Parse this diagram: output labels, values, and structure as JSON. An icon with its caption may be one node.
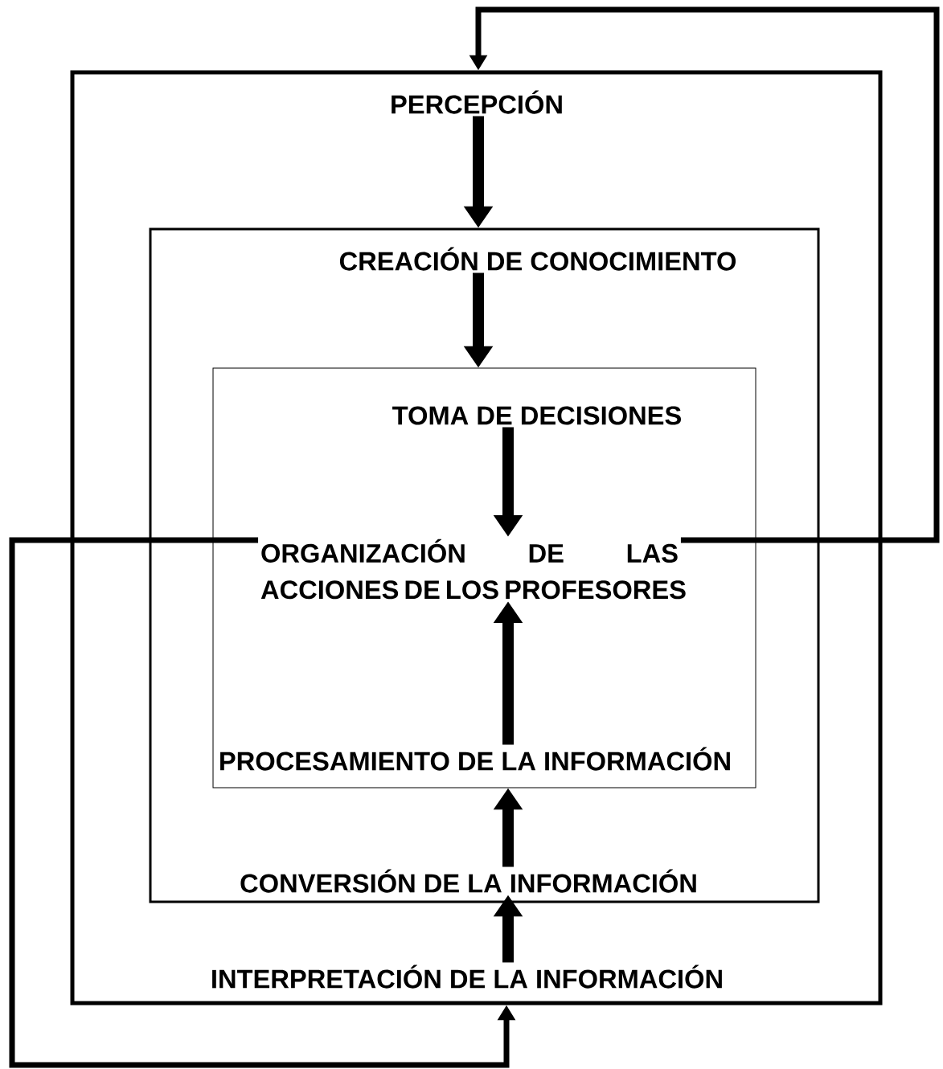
{
  "diagram": {
    "nodes": [
      {
        "text": [],
        "shape": "box"
      },
      {
        "text": [
          "PERCEPCIÓN"
        ],
        "in": 0
      },
      {
        "text": [],
        "shape": "box",
        "in": 0
      },
      {
        "text": [
          "CREACIÓN DE CONOCIMIENTO"
        ],
        "in": 2
      },
      {
        "text": [],
        "shape": "box",
        "in": 2
      },
      {
        "text": [
          "TOMA DE DECISIONES"
        ],
        "in": 4
      },
      {
        "text": [
          "ORGANIZACIÓN DE LAS ACCIONES DE LOS PROFESORES"
        ],
        "in": 4
      },
      {
        "text": [
          "PROCESAMIENTO DE LA INFORMACIÓN"
        ],
        "in": 4
      },
      {
        "text": [
          "CONVERSIÓN DE LA INFORMACIÓN"
        ],
        "in": 2
      },
      {
        "text": [
          "INTERPRETACIÓN DE LA INFORMACIÓN"
        ],
        "in": 0
      }
    ],
    "edges": [
      {
        "from": 1,
        "to": 2,
        "arrow": "to"
      },
      {
        "from": 3,
        "to": 4,
        "arrow": "to"
      },
      {
        "from": 5,
        "to": 6,
        "arrow": "to"
      },
      {
        "from": 7,
        "to": 6,
        "arrow": "to"
      },
      {
        "from": 8,
        "to": 4,
        "arrow": "to"
      },
      {
        "from": 9,
        "to": 8,
        "arrow": "to"
      },
      {
        "from": 6,
        "to": 0,
        "arrow": "to"
      },
      {
        "from": 6,
        "to": 0,
        "arrow": "to"
      }
    ]
  }
}
